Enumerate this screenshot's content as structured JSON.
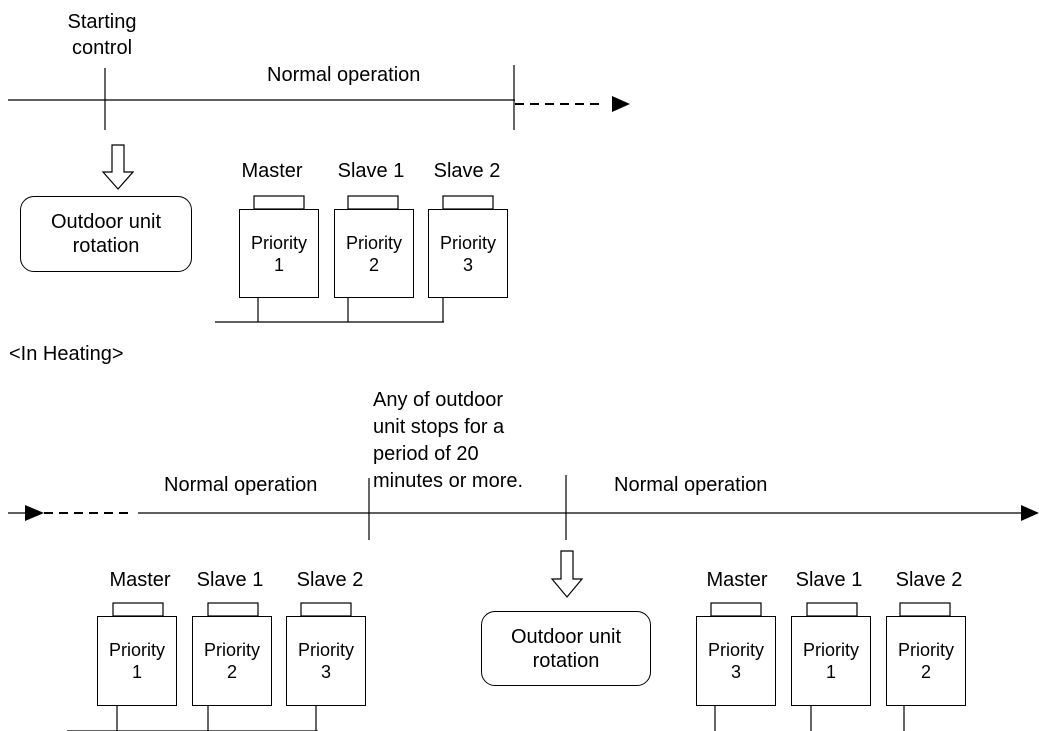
{
  "top": {
    "starting_control_1": "Starting",
    "starting_control_2": "control",
    "normal_operation": "Normal operation",
    "rotation_box_1": "Outdoor unit",
    "rotation_box_2": "rotation",
    "units": [
      {
        "role": "Master",
        "priority_label": "Priority",
        "priority": "1"
      },
      {
        "role": "Slave 1",
        "priority_label": "Priority",
        "priority": "2"
      },
      {
        "role": "Slave 2",
        "priority_label": "Priority",
        "priority": "3"
      }
    ]
  },
  "section_label": "<In Heating>",
  "bottom": {
    "note_lines": [
      "Any of outdoor",
      "unit stops for a",
      "period of 20",
      "minutes or more."
    ],
    "normal_operation_left": "Normal operation",
    "normal_operation_right": "Normal operation",
    "rotation_box_1": "Outdoor unit",
    "rotation_box_2": "rotation",
    "units_left": [
      {
        "role": "Master",
        "priority_label": "Priority",
        "priority": "1"
      },
      {
        "role": "Slave 1",
        "priority_label": "Priority",
        "priority": "2"
      },
      {
        "role": "Slave 2",
        "priority_label": "Priority",
        "priority": "3"
      }
    ],
    "units_right": [
      {
        "role": "Master",
        "priority_label": "Priority",
        "priority": "3"
      },
      {
        "role": "Slave 1",
        "priority_label": "Priority",
        "priority": "1"
      },
      {
        "role": "Slave 2",
        "priority_label": "Priority",
        "priority": "2"
      }
    ]
  }
}
